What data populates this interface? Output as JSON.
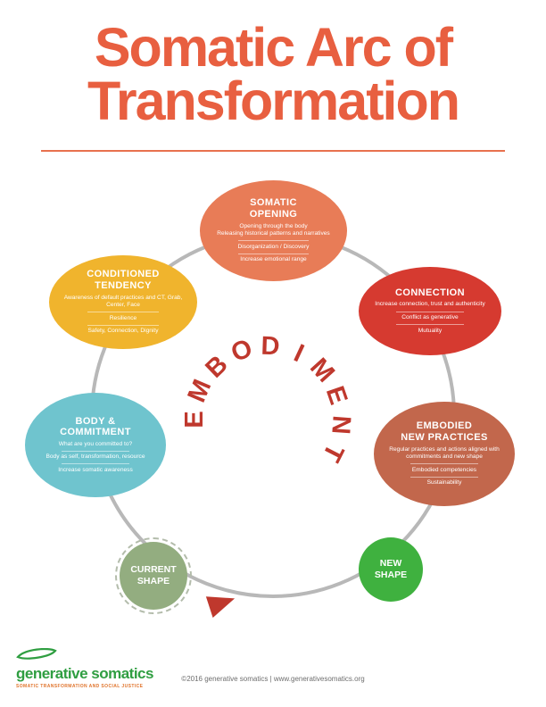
{
  "page": {
    "title_line1": "Somatic Arc of",
    "title_line2": "Transformation"
  },
  "colors": {
    "title": "#e85f40",
    "rule": "#e8714e",
    "ring": "#b8b8b8",
    "embodiment_letters": "#bf382d",
    "arrow": "#bf382d",
    "logo_green": "#2f9e41",
    "tagline_orange": "#e0742c"
  },
  "diagram": {
    "embodiment": {
      "word": "EMBODIMENT",
      "letters": [
        "E",
        "M",
        "B",
        "O",
        "D",
        "I",
        "M",
        "E",
        "N",
        "T"
      ]
    },
    "nodes": [
      {
        "id": "somatic-opening",
        "title": "SOMATIC\nOPENING",
        "color": "#e87c57",
        "items": [
          "Opening through the body",
          "Releasing historical patterns and narratives",
          "Disorganization / Discovery",
          "Increase emotional range"
        ]
      },
      {
        "id": "connection",
        "title": "CONNECTION",
        "color": "#d63a30",
        "items": [
          "Increase connection, trust and authenticity",
          "Conflict as generative",
          "Mutuality"
        ]
      },
      {
        "id": "embodied-new-practices",
        "title": "EMBODIED\nNEW PRACTICES",
        "color": "#c2674c",
        "items": [
          "Regular practices and actions aligned with commitments and new shape",
          "Embodied competencies",
          "Sustainability"
        ]
      },
      {
        "id": "conditioned-tendency",
        "title": "CONDITIONED\nTENDENCY",
        "color": "#f0b42d",
        "items": [
          "Awareness of default practices and CT, Grab, Center, Face",
          "Resilience",
          "Safety, Connection, Dignity"
        ]
      },
      {
        "id": "body-commitment",
        "title": "BODY &\nCOMMITMENT",
        "color": "#6fc4ce",
        "items": [
          "What are you committed to?",
          "Body as self, transformation, resource",
          "Increase somatic awareness"
        ]
      }
    ],
    "shapes": [
      {
        "id": "current-shape",
        "label": "CURRENT\nSHAPE",
        "color": "#93ad80"
      },
      {
        "id": "new-shape",
        "label": "NEW\nSHAPE",
        "color": "#3fb13f"
      }
    ]
  },
  "footer": {
    "logo_text": "generative somatics",
    "logo_tagline": "SOMATIC TRANSFORMATION AND SOCIAL JUSTICE",
    "credit": "©2016 generative somatics   |   www.generativesomatics.org"
  }
}
